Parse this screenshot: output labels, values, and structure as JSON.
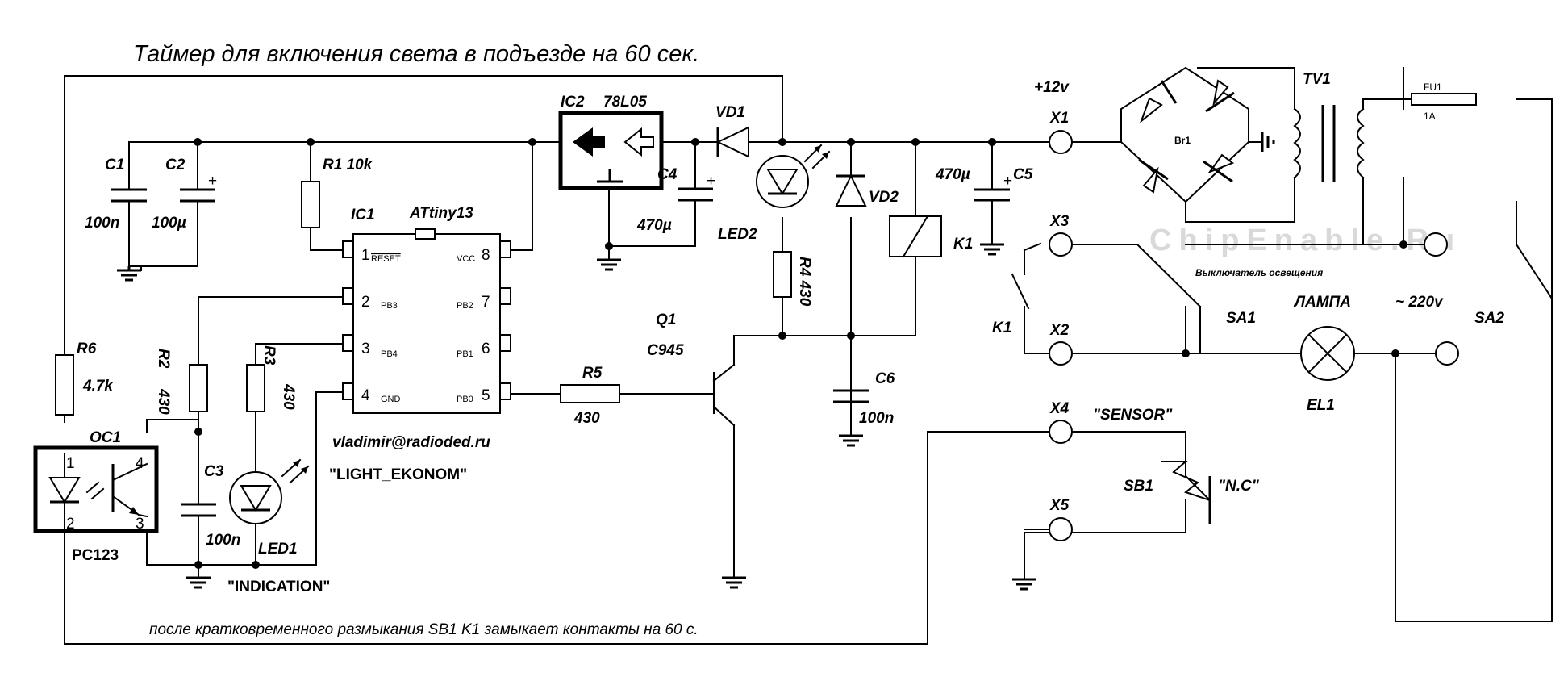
{
  "title": "Таймер для включения света в подъезде на 60 сек.",
  "watermark": "ChipEnable.Ru",
  "footnote": "после кратковременного  размыкания SB1  K1 замыкает  контакты  на  60 с.",
  "email": "vladimir@radioded.ru",
  "project": "\"LIGHT_EKONOM\"",
  "indication": "\"INDICATION\"",
  "sensor": "\"SENSOR\"",
  "nc": "\"N.C\"",
  "switch_caption": "Выключатель освещения",
  "lamp": "ЛАМПА",
  "mains": "~ 220v",
  "supply": "+12v",
  "components": {
    "c1": {
      "ref": "C1",
      "value": "100n"
    },
    "c2": {
      "ref": "C2",
      "value": "100µ"
    },
    "c3": {
      "ref": "C3",
      "value": "100n"
    },
    "c4": {
      "ref": "C4",
      "value": "470µ"
    },
    "c5": {
      "ref": "C5",
      "value": "470µ"
    },
    "c6": {
      "ref": "C6",
      "value": "100n"
    },
    "r1": {
      "ref": "R1 10k"
    },
    "r2": {
      "ref": "R2",
      "value": "430"
    },
    "r3": {
      "ref": "R3",
      "value": "430"
    },
    "r4": {
      "ref": "R4 430"
    },
    "r5": {
      "ref": "R5",
      "value": "430"
    },
    "r6": {
      "ref": "R6",
      "value": "4.7k"
    },
    "ic1": {
      "ref": "IC1",
      "part": "ATtiny13"
    },
    "ic2": {
      "ref": "IC2",
      "part": "78L05"
    },
    "q1": {
      "ref": "Q1",
      "part": "C945"
    },
    "oc1": {
      "ref": "OC1",
      "part": "PC123"
    },
    "led1": "LED1",
    "led2": "LED2",
    "vd1": "VD1",
    "vd2": "VD2",
    "k1": "K1",
    "k1_contact": "K1",
    "br1": "Br1",
    "tv1": "TV1",
    "fu1": {
      "ref": "FU1",
      "value": "1A"
    },
    "sa1": "SA1",
    "sa2": "SA2",
    "sb1": "SB1",
    "el1": "EL1",
    "x1": "X1",
    "x2": "X2",
    "x3": "X3",
    "x4": "X4",
    "x5": "X5"
  },
  "ic1_pins": {
    "p1": "1",
    "p1_name": "RESET",
    "p2": "2",
    "p2_name": "PB3",
    "p3": "3",
    "p3_name": "PB4",
    "p4": "4",
    "p4_name": "GND",
    "p5": "5",
    "p5_name": "PB0",
    "p6": "6",
    "p6_name": "PB1",
    "p7": "7",
    "p7_name": "PB2",
    "p8": "8",
    "p8_name": "VCC"
  },
  "oc1_pins": {
    "p1": "1",
    "p2": "2",
    "p3": "3",
    "p4": "4"
  },
  "polarity": "+"
}
